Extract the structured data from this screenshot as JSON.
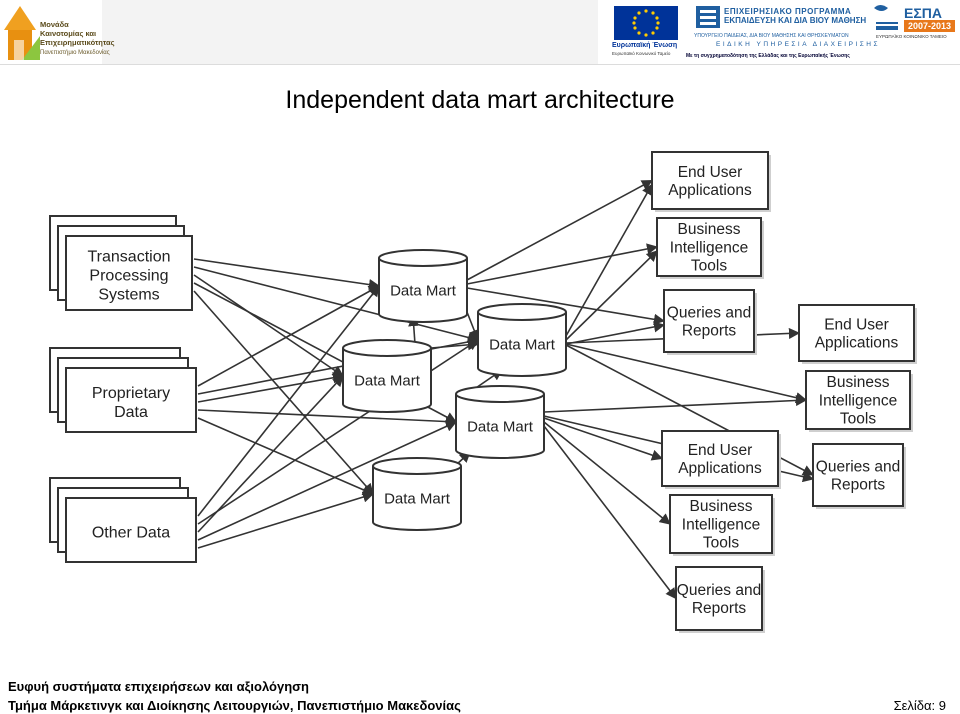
{
  "header": {
    "left_logo": {
      "lines": [
        "Μονάδα",
        "Καινοτομίας και",
        "Επιχειρηματικότητας"
      ],
      "sub": "Πανεπιστήμιο Μακεδονίας"
    },
    "eu_label": "Ευρωπαϊκή Ένωση",
    "eu_sub": "Ευρωπαϊκό Κοινωνικό Ταμείο",
    "program_title_1": "ΕΠΙΧΕΙΡΗΣΙΑΚΟ ΠΡΟΓΡΑΜΜΑ",
    "program_title_2": "ΕΚΠΑΙΔΕΥΣΗ ΚΑΙ ΔΙΑ ΒΙΟΥ ΜΑΘΗΣΗ",
    "ministry": "ΥΠΟΥΡΓΕΙΟ ΠΑΙΔΕΙΑΣ, ΔΙΑ ΒΙΟΥ ΜΑΘΗΣΗΣ ΚΑΙ ΘΡΗΣΚΕΥΜΑΤΩΝ",
    "special_service": "ΕΙΔΙΚΗ ΥΠΗΡΕΣΙΑ ΔΙΑΧΕΙΡΙΣΗΣ",
    "cofund": "Με τη συγχρηματοδότηση της Ελλάδας και της Ευρωπαϊκής Ένωσης",
    "espa": "ΕΣΠΑ",
    "espa_years": "2007-2013",
    "espa_sub": "ΕΥΡΩΠΑΪΚΟ ΚΟΙΝΩΝΙΚΟ ΤΑΜΕΙΟ"
  },
  "title": "Independent data mart architecture",
  "diagram": {
    "sources": [
      "Transaction Processing Systems",
      "Proprietary Data",
      "Other Data"
    ],
    "marts": [
      "Data Mart",
      "Data Mart",
      "Data Mart",
      "Data Mart",
      "Data Mart"
    ],
    "apps": [
      "End User Applications",
      "Business Intelligence Tools",
      "Queries and Reports",
      "End User Applications",
      "Business Intelligence Tools",
      "Queries and Reports",
      "End User Applications",
      "Business Intelligence Tools",
      "Queries and Reports"
    ]
  },
  "footer": {
    "line1": "Ευφυή συστήματα επιχειρήσεων και αξιολόγηση",
    "line2": "Τμήμα Μάρκετινγκ και Διοίκησης Λειτουργιών, Πανεπιστήμιο Μακεδονίας",
    "page": "Σελίδα: 9"
  },
  "colors": {
    "box_border": "#333333",
    "arrow": "#333333",
    "espa_orange": "#e8781a",
    "eu_blue": "#003399"
  }
}
